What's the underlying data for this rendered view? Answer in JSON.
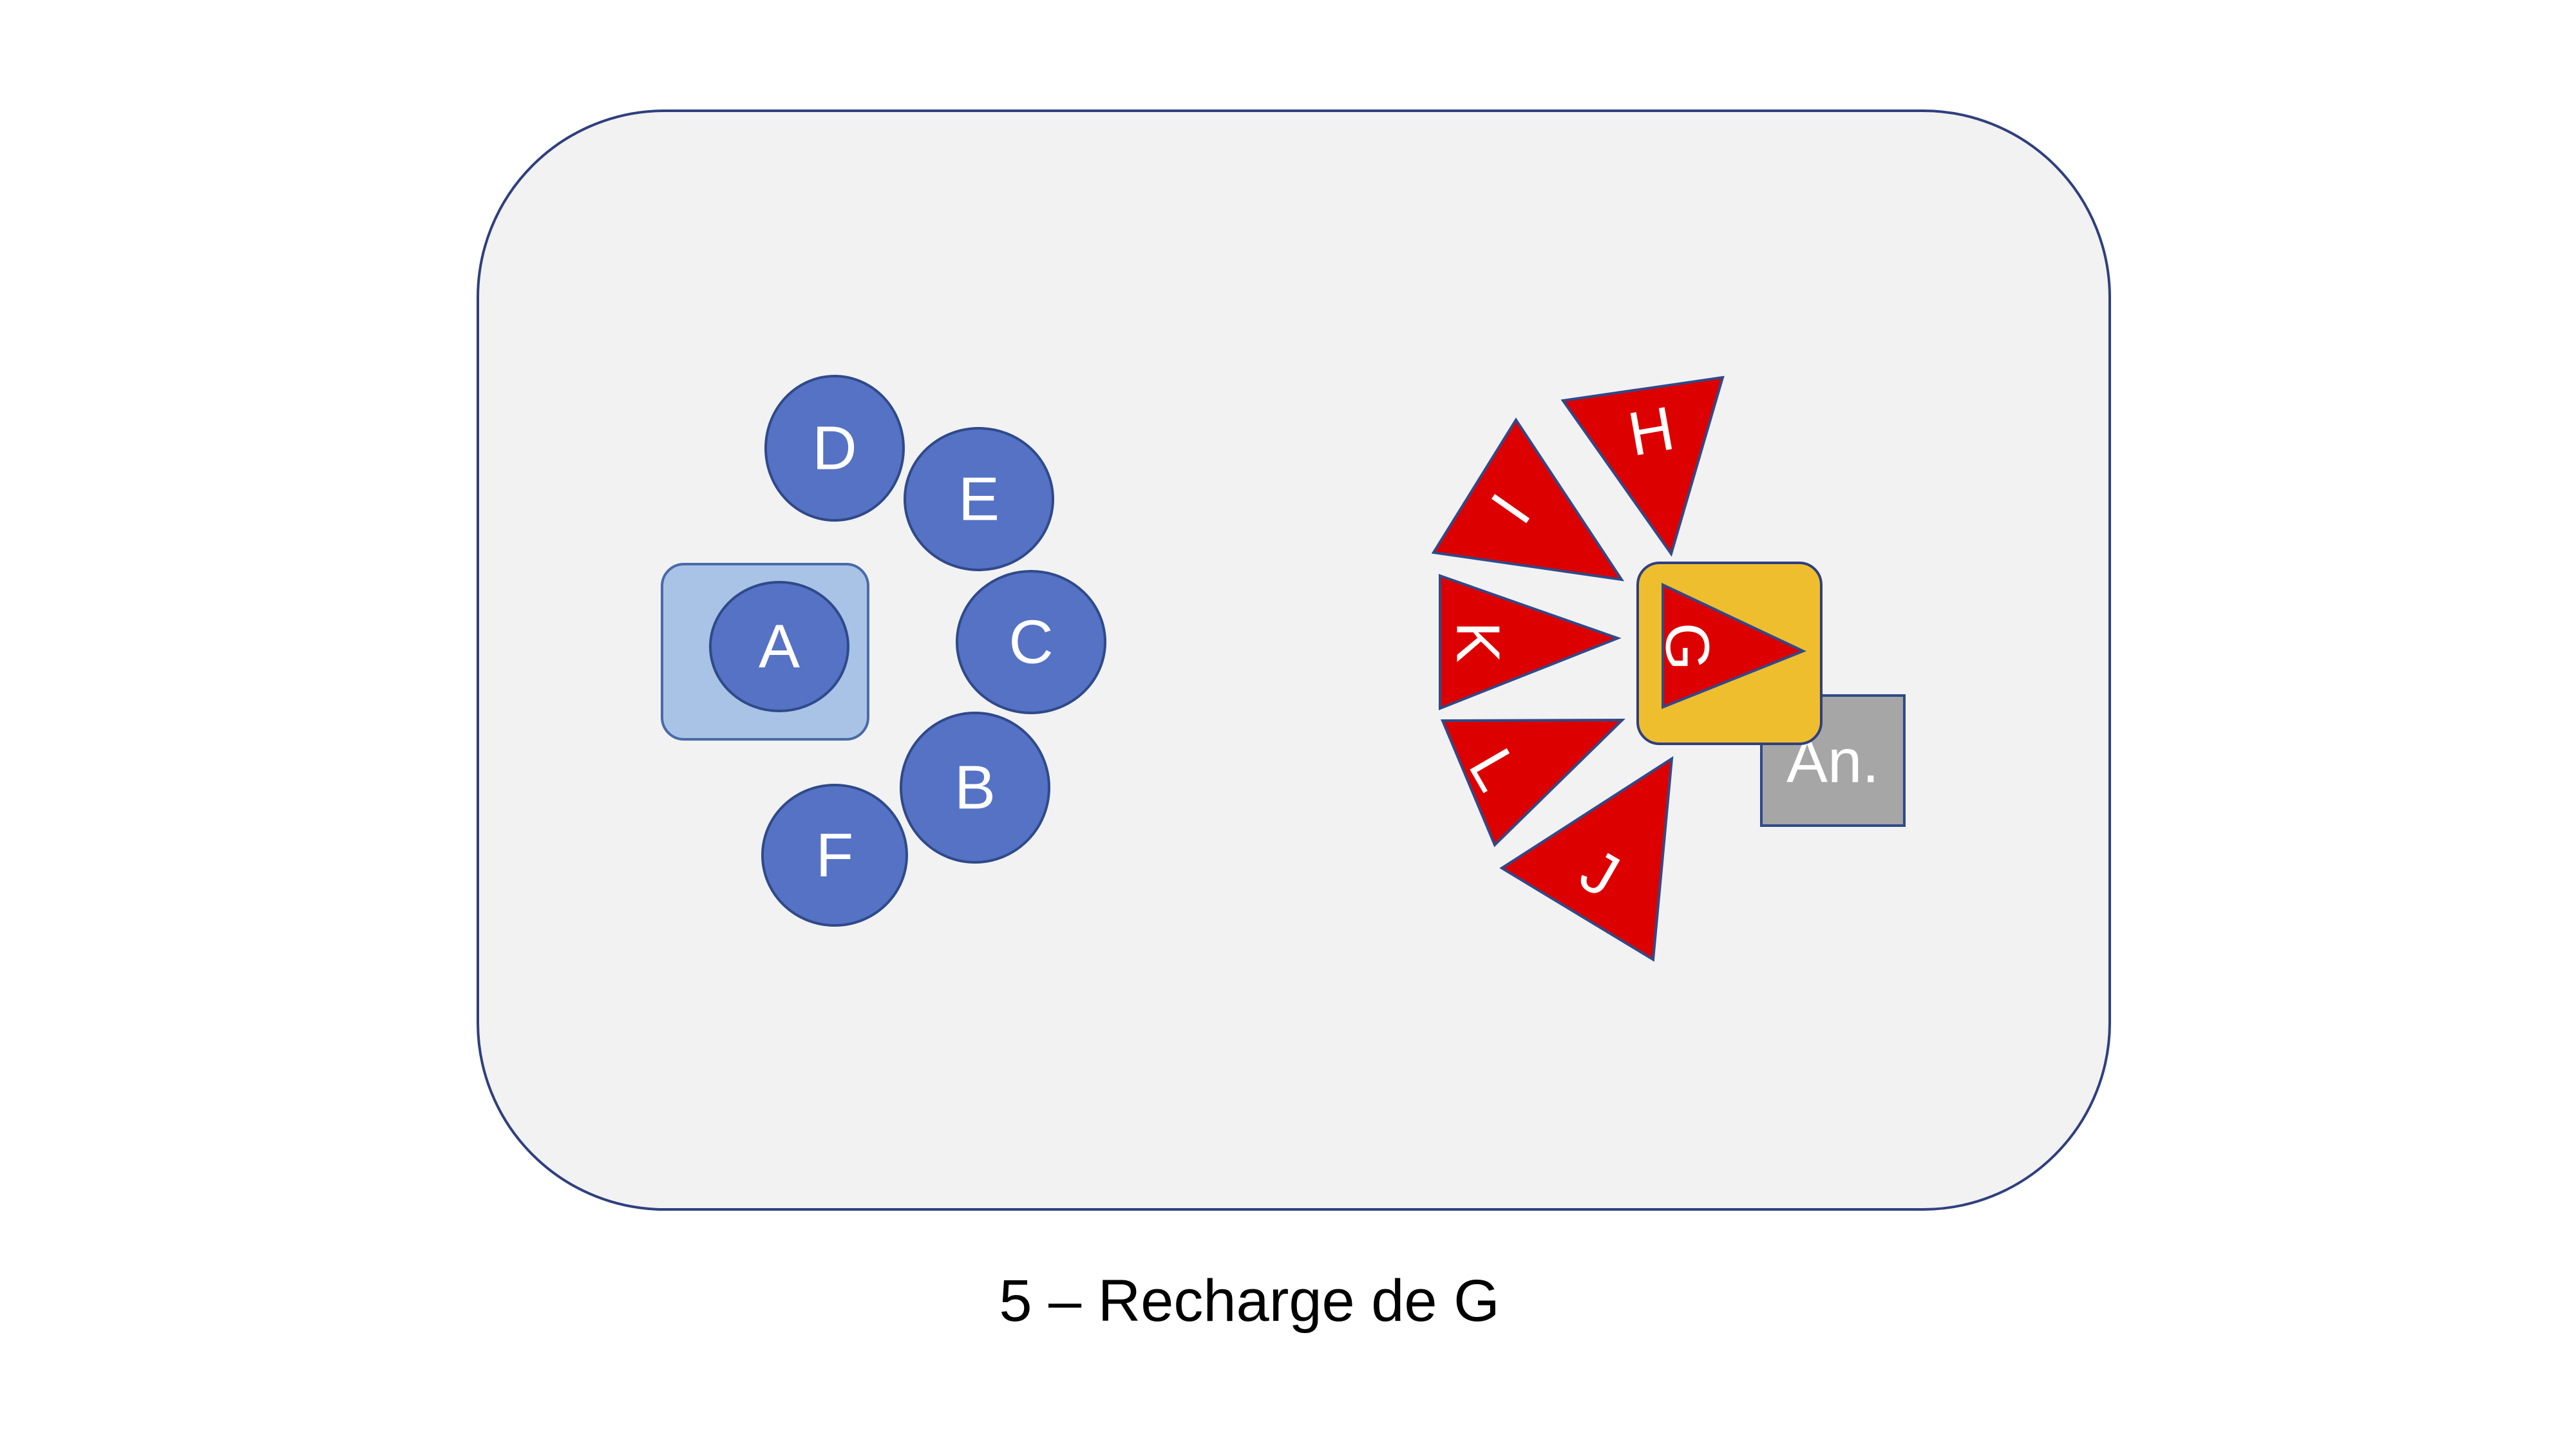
{
  "caption": "5 – Recharge de G",
  "colors": {
    "field_fill": "#f2f2f2",
    "field_stroke": "#2f3f7f",
    "circle_fill": "#5572c4",
    "circle_stroke": "#2f4a8a",
    "base_fill": "#a9c3e6",
    "base_stroke": "#4a6aa8",
    "triangle_fill": "#dd0000",
    "triangle_stroke": "#2f4a8a",
    "charge_fill": "#efbe2e",
    "charge_stroke": "#2f3f7f",
    "annotation_fill": "#a6a6a6",
    "annotation_stroke": "#2f4a8a",
    "caption_color": "#000000"
  },
  "left_team": {
    "circles": {
      "A": "A",
      "B": "B",
      "C": "C",
      "D": "D",
      "E": "E",
      "F": "F"
    }
  },
  "right_team": {
    "triangles": {
      "G": "G",
      "H": "H",
      "I": "I",
      "J": "J",
      "K": "K",
      "L": "L"
    },
    "annotation_label": "An."
  }
}
